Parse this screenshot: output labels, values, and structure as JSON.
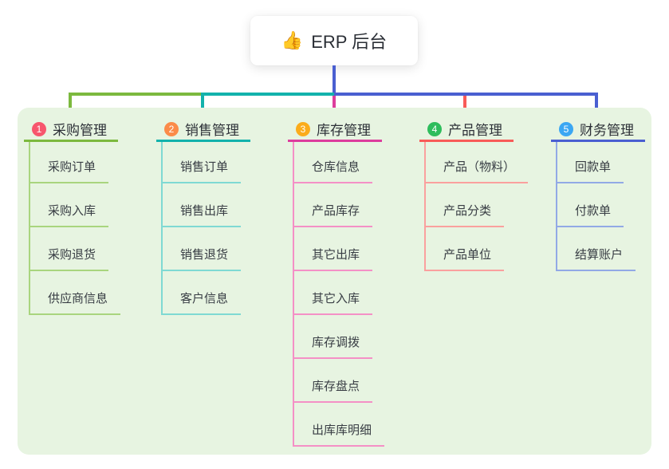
{
  "root": {
    "emoji": "👍",
    "label": "ERP 后台"
  },
  "colors": {
    "page_bg": "#ffffff",
    "panel_bg": "#e7f4e1",
    "root_card_bg": "#ffffff",
    "root_text": "#2b2f36",
    "title_text": "#2d3138",
    "child_text": "#383d44",
    "root_stem": "#4a5fd1"
  },
  "branches": [
    {
      "index": "1",
      "title": "采购管理",
      "badge_color": "#f7566d",
      "line_color": "#7cb93e",
      "child_line_color": "#a9d57e",
      "children": [
        "采购订单",
        "采购入库",
        "采购退货",
        "供应商信息"
      ]
    },
    {
      "index": "2",
      "title": "销售管理",
      "badge_color": "#fb8b49",
      "line_color": "#13b2ac",
      "child_line_color": "#7fd9d3",
      "children": [
        "销售订单",
        "销售出库",
        "销售退货",
        "客户信息"
      ]
    },
    {
      "index": "3",
      "title": "库存管理",
      "badge_color": "#fbac1b",
      "line_color": "#dd3d9d",
      "child_line_color": "#f490c6",
      "children": [
        "仓库信息",
        "产品库存",
        "其它出库",
        "其它入库",
        "库存调拨",
        "库存盘点",
        "出库库明细"
      ]
    },
    {
      "index": "4",
      "title": "产品管理",
      "badge_color": "#2ebd5c",
      "line_color": "#f85b58",
      "child_line_color": "#faa09e",
      "children": [
        "产品（物料）",
        "产品分类",
        "产品单位"
      ]
    },
    {
      "index": "5",
      "title": "财务管理",
      "badge_color": "#3ba7f3",
      "line_color": "#4a5fd1",
      "child_line_color": "#92a9e6",
      "children": [
        "回款单",
        "付款单",
        "结算账户"
      ]
    }
  ]
}
